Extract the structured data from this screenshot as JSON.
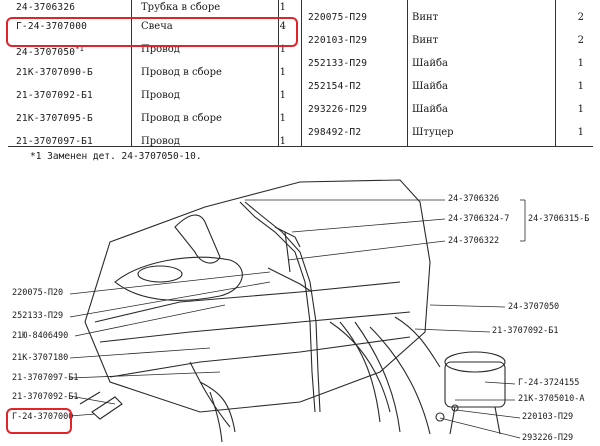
{
  "table_left": {
    "rows": [
      {
        "code": "24-3706326",
        "name": "Трубка в сборе",
        "qty": "1"
      },
      {
        "code": "Г-24-3707000",
        "name": "Свеча",
        "qty": "4"
      },
      {
        "code": "24-3707050",
        "code_mark": "*1",
        "name": "Провод",
        "qty": "1"
      },
      {
        "code": "21К-3707090-Б",
        "name": "Провод в сборе",
        "qty": "1"
      },
      {
        "code": "21-3707092-Б1",
        "name": "Провод",
        "qty": "1"
      },
      {
        "code": "21К-3707095-Б",
        "name": "Провод в сборе",
        "qty": "1"
      },
      {
        "code": "21-3707097-Б1",
        "name": "Провод",
        "qty": "1"
      }
    ]
  },
  "table_right": {
    "rows": [
      {
        "code": "220075-П29",
        "name": "Винт",
        "qty": "2"
      },
      {
        "code": "220103-П29",
        "name": "Винт",
        "qty": "2"
      },
      {
        "code": "252133-П29",
        "name": "Шайба",
        "qty": "1"
      },
      {
        "code": "252154-П2",
        "name": "Шайба",
        "qty": "1"
      },
      {
        "code": "293226-П29",
        "name": "Шайба",
        "qty": "1"
      },
      {
        "code": "298492-П2",
        "name": "Штуцер",
        "qty": "1"
      }
    ]
  },
  "footnote": "*1 Заменен дет. 24-3707050-10.",
  "diagram": {
    "callouts_right": [
      "24-3706326",
      "24-3706324-7",
      "24-3706322",
      "24-3706315-Б",
      "24-3707050",
      "21-3707092-Б1",
      "Г-24-3724155",
      "21К-3705010-А",
      "220103-П29",
      "293226-П29"
    ],
    "callouts_left": [
      "220075-П20",
      "252133-П29",
      "21Ю-8406490",
      "21К-3707180",
      "21-3707097-Б1",
      "21-3707092-Б1",
      "Г-24-3707000"
    ]
  },
  "highlight_color": "#e0242a"
}
